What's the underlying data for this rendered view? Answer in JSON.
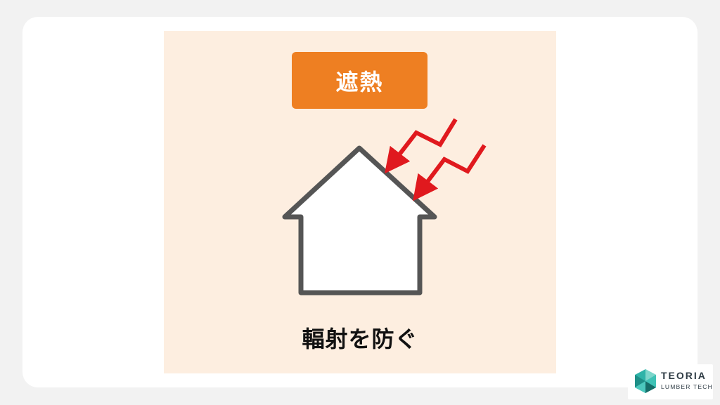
{
  "title": "遮熱",
  "caption": "輻射を防ぐ",
  "logo": {
    "name": "TEORIA",
    "subtitle": "LUMBER TECH"
  },
  "colors": {
    "badge": "#ee7f22",
    "panel": "#fdeee0",
    "arrows": "#e0191e",
    "house_outline": "#555555",
    "logo_teal": "#2fb3a8"
  },
  "icons": [
    "house-icon",
    "heat-ray-arrow-icon",
    "teoria-logo-mark-icon"
  ]
}
